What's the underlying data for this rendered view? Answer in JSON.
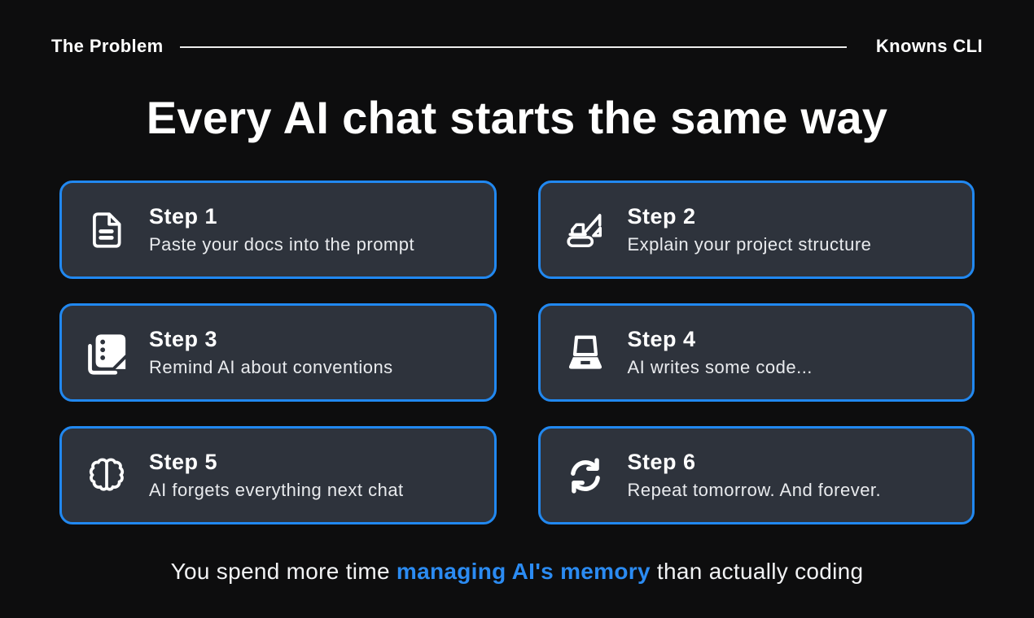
{
  "header": {
    "section_label": "The Problem",
    "brand": "Knowns CLI"
  },
  "title": "Every AI chat starts the same way",
  "steps": [
    {
      "label": "Step 1",
      "description": "Paste your docs into the prompt",
      "icon": "document-icon"
    },
    {
      "label": "Step 2",
      "description": "Explain your project structure",
      "icon": "excavator-icon"
    },
    {
      "label": "Step 3",
      "description": "Remind AI about conventions",
      "icon": "memo-icon"
    },
    {
      "label": "Step 4",
      "description": "AI writes some code...",
      "icon": "laptop-icon"
    },
    {
      "label": "Step 5",
      "description": "AI forgets everything next chat",
      "icon": "brain-icon"
    },
    {
      "label": "Step 6",
      "description": "Repeat tomorrow. And forever.",
      "icon": "repeat-icon"
    }
  ],
  "footer": {
    "prefix": "You spend more time ",
    "highlight": "managing AI's memory",
    "suffix": " than actually coding"
  },
  "colors": {
    "background": "#0d0d0e",
    "card_background": "#2e333c",
    "accent": "#2188f0",
    "text_primary": "#ffffff",
    "text_secondary": "#e9ebee",
    "highlight_text": "#2b8bf2"
  }
}
